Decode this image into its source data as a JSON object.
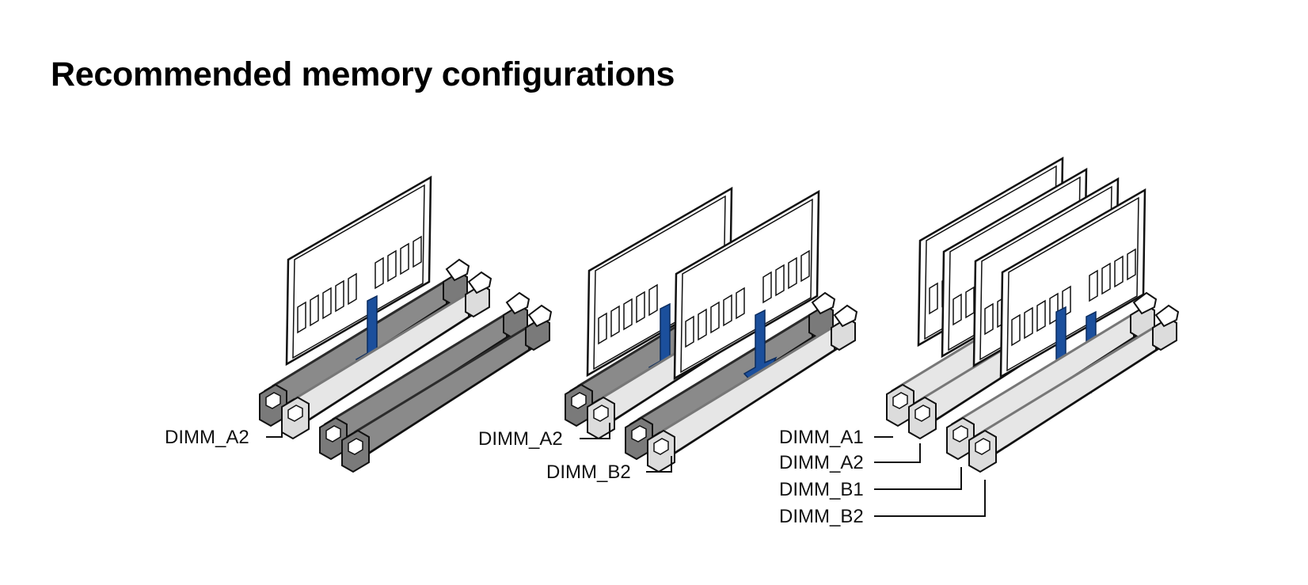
{
  "title": "Recommended memory configurations",
  "colors": {
    "slot_dark": "#8a8a8a",
    "slot_light": "#e6e6e6",
    "slot_side": "#5f5f5f",
    "arrow": "#1b4f9c",
    "outline": "#111111"
  },
  "configurations": [
    {
      "labels": [
        "DIMM_A2"
      ]
    },
    {
      "labels": [
        "DIMM_A2",
        "DIMM_B2"
      ]
    },
    {
      "labels": [
        "DIMM_A1",
        "DIMM_A2",
        "DIMM_B1",
        "DIMM_B2"
      ]
    }
  ]
}
